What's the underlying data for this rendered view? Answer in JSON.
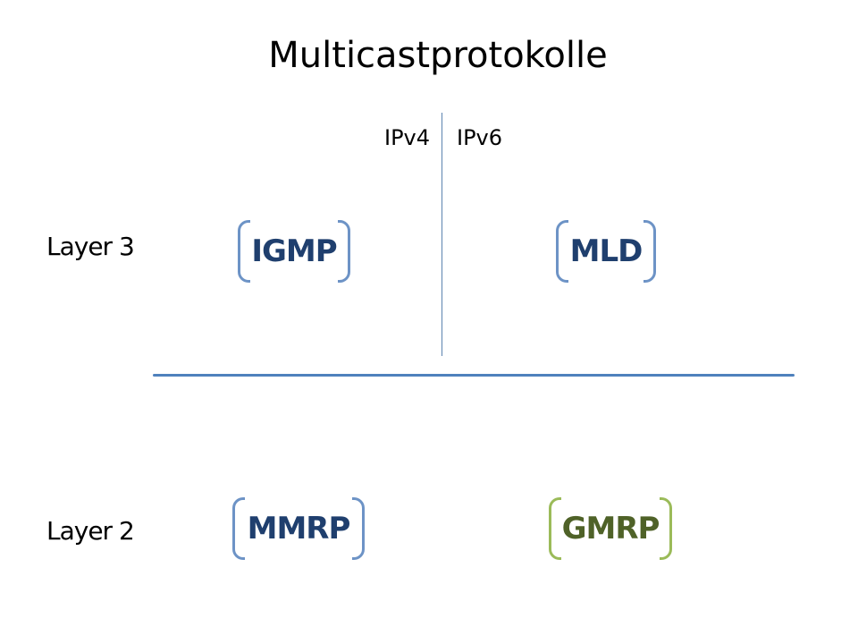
{
  "title": "Multicastprotokolle",
  "columns": {
    "left": "IPv4",
    "right": "IPv6"
  },
  "rows": {
    "top": "Layer 3",
    "bottom": "Layer 2"
  },
  "protocols": {
    "igmp": {
      "label": "IGMP",
      "color": "#1f3f6e",
      "bracket_color": "#6d93c6"
    },
    "mld": {
      "label": "MLD",
      "color": "#1f3f6e",
      "bracket_color": "#6d93c6"
    },
    "mmrp": {
      "label": "MMRP",
      "color": "#1f3f6e",
      "bracket_color": "#6d93c6"
    },
    "gmrp": {
      "label": "GMRP",
      "color": "#4f6228",
      "bracket_color": "#9bbb59"
    }
  },
  "colors": {
    "divider": "#4f81bd"
  }
}
